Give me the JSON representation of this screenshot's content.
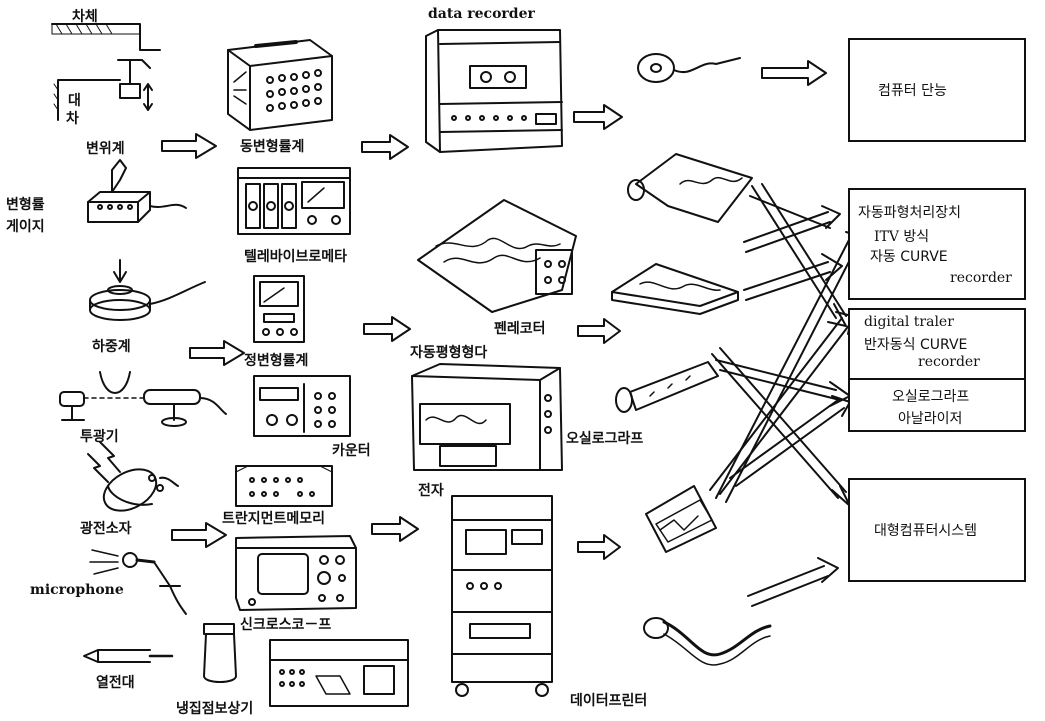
{
  "sensors": {
    "chache": "차체",
    "daecha_1": "대",
    "daecha_2": "차",
    "displacement": "변위계",
    "strain_gauge_1": "변형률",
    "strain_gauge_2": "게이지",
    "load_cell": "하중계",
    "light_projector": "투광기",
    "photo_element": "광전소자",
    "microphone": "microphone",
    "thermocouple": "열전대"
  },
  "instruments": {
    "dynamic_strain": "동변형률계",
    "telemeter": "텔레바이브로메타",
    "static_strain": "정변형률계",
    "counter": "카운터",
    "transient_memory": "트란지먼트메모리",
    "synchroscope": "신크로스코－프",
    "cryo_store": "냉집점보상기"
  },
  "recorders": {
    "data_recorder": "data recorder",
    "pen_recorder": "펜레코터",
    "auto_balance": "자동평형형다",
    "oscillograph": "오실로그라프",
    "electronic": "전자",
    "data_printer": "데이터프린터"
  },
  "processors": {
    "computer_only": "컴퓨터 단능",
    "auto_waveform": {
      "title": "자동파형처리장치",
      "line1": "ITV 방식",
      "line2": "자동 CURVE",
      "line3": "recorder"
    },
    "digital_tracer": {
      "line1": "digital traler",
      "line2": "반자동식 CURVE",
      "line3": "recorder"
    },
    "osc_analyzer": {
      "line1": "오실로그라프",
      "line2": "아날라이저"
    },
    "large_computer": "대형컴퓨터시스템"
  }
}
